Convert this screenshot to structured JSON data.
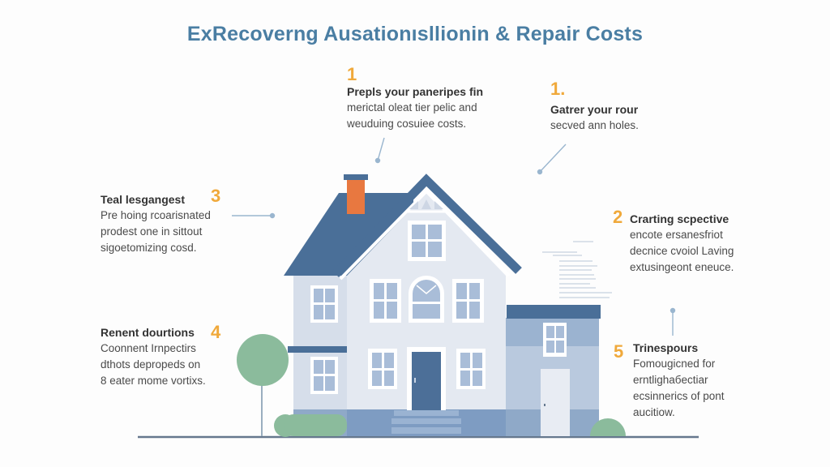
{
  "title": "ExRecoverng Ausationısllionin & Repair Costs",
  "colors": {
    "title": "#4a7ea3",
    "step_number": "#f0a93b",
    "roof": "#4a6f98",
    "wall": "#e2e7f0",
    "wall_shade": "#c9d4e4",
    "foundation": "#7e9cc2",
    "window": "#a9bdd8",
    "door": "#4c6f98",
    "chimney": "#e87840",
    "tree": "#8bbb9c",
    "ground": "#66788e"
  },
  "steps": [
    {
      "number": "1",
      "heading": "Prepls your paneripes fin",
      "lines": [
        "merictal oleat tier pelic and",
        "weuduing cosuiee costs."
      ]
    },
    {
      "number": "1.",
      "heading": "Gatrer your rour",
      "lines": [
        "secved ann holes."
      ]
    },
    {
      "number": "3",
      "heading": "Teal lesgangest",
      "lines": [
        "Pre hoing rcoarisnated",
        "prodest one in sittout",
        "sigoetomizing cosd."
      ]
    },
    {
      "number": "2",
      "heading": "Crarting scpective",
      "lines": [
        "encote ersanesfriot",
        "decnice cvoiol Laving",
        "extusingeont eneuce."
      ]
    },
    {
      "number": "4",
      "heading": "Renent dourtions",
      "lines": [
        "Coonnent Irnpectirs",
        "dthots depropeds on",
        "8 eater mome vortiхs."
      ]
    },
    {
      "number": "5",
      "heading": "Trinespours",
      "lines": [
        "Fomougicned for",
        "erntlighaбectiar",
        "ecsinnerics of pont",
        "aucitiow."
      ]
    }
  ]
}
